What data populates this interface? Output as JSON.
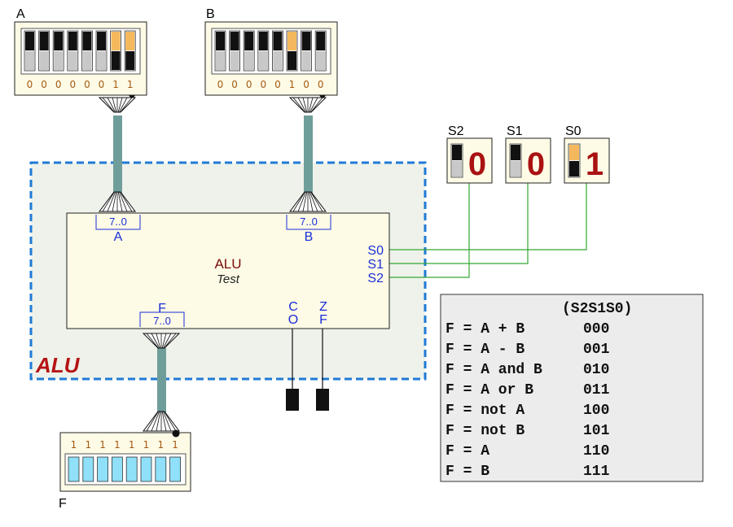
{
  "colors": {
    "panel": "#fdfbe6",
    "panel_border": "#222222",
    "bus": "#6f9e9a",
    "wire": "#33a833",
    "group_border": "#1f7ad6",
    "group_fill": "#eef2ea",
    "label_blue": "#1a2ed8",
    "bit_text": "#a45a12",
    "switch_on": "#f5b85c",
    "led_on": "#8fe0f8",
    "digit": "#aa1111",
    "table_fill": "#ececec"
  },
  "inputs": [
    {
      "label": "A",
      "bits": [
        "0",
        "0",
        "0",
        "0",
        "0",
        "0",
        "1",
        "1"
      ]
    },
    {
      "label": "B",
      "bits": [
        "0",
        "0",
        "0",
        "0",
        "0",
        "1",
        "0",
        "0"
      ]
    }
  ],
  "selectors": [
    {
      "label": "S2",
      "value": "0"
    },
    {
      "label": "S1",
      "value": "0"
    },
    {
      "label": "S0",
      "value": "1"
    }
  ],
  "group": {
    "label": "ALU"
  },
  "alu": {
    "title": "ALU",
    "subtitle": "Test",
    "port_a": {
      "name": "A",
      "range": "7..0"
    },
    "port_b": {
      "name": "B",
      "range": "7..0"
    },
    "port_f": {
      "name": "F",
      "range": "7..0"
    },
    "select_pins": [
      "S0",
      "S1",
      "S2"
    ],
    "flag_co": [
      "C",
      "O"
    ],
    "flag_zf": [
      "Z",
      "F"
    ]
  },
  "output": {
    "label": "F",
    "bits": [
      "1",
      "1",
      "1",
      "1",
      "1",
      "1",
      "1",
      "1"
    ]
  },
  "table": {
    "header": "(S2S1S0)",
    "rows": [
      {
        "op": "F = A + B",
        "code": "000"
      },
      {
        "op": "F = A - B",
        "code": "001"
      },
      {
        "op": "F = A and B",
        "code": "010"
      },
      {
        "op": "F = A or B",
        "code": "011"
      },
      {
        "op": "F = not A",
        "code": "100"
      },
      {
        "op": "F = not B",
        "code": "101"
      },
      {
        "op": "F = A",
        "code": "110"
      },
      {
        "op": "F = B",
        "code": "111"
      }
    ]
  }
}
